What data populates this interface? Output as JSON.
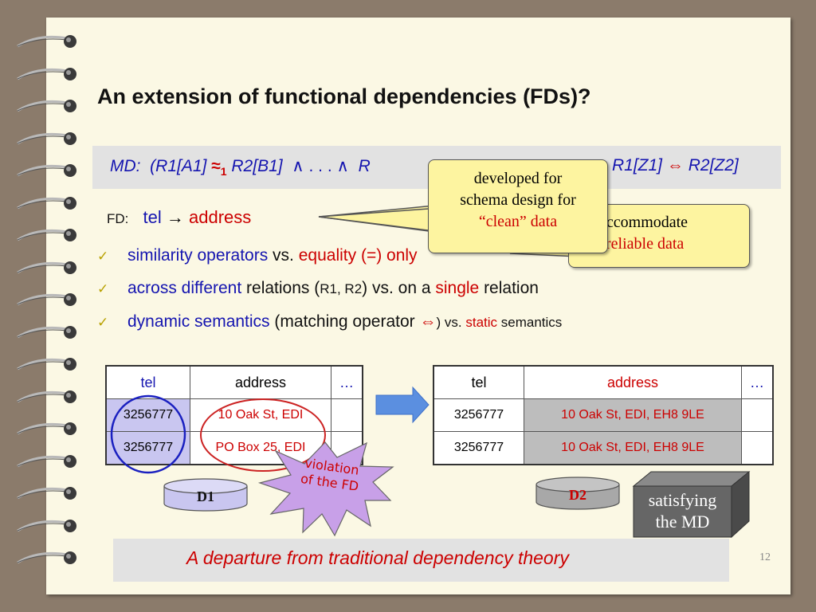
{
  "title": "An extension of functional dependencies (FDs)?",
  "md": {
    "label": "MD:",
    "open_paren": "(",
    "r1a1": "R1[A1]",
    "approx1": "≈",
    "approx_sub": "1",
    "r2b1": "R2[B1]",
    "wedge1": "∧",
    "dots": ". . .",
    "wedge2": "∧",
    "rk": "R",
    "r1z1": "R1[Z1]",
    "match_op": "⇔",
    "r2z2": "R2[Z2]"
  },
  "fd": {
    "label": "FD:",
    "lhs": "tel",
    "arrow": "→",
    "rhs": "address"
  },
  "bullets": {
    "b1": {
      "p1": "similarity operators",
      "p2": " vs. ",
      "p3": "equality (=) only"
    },
    "b2": {
      "p1": "across different",
      "p2": " relations (",
      "p3": "R1, R2",
      "p4": ") vs. on a ",
      "p5": "single",
      "p6": " relation"
    },
    "b3": {
      "p1": "dynamic semantics",
      "p2": " (matching operator ",
      "p3": "⇔",
      "p4": ") vs. ",
      "p5": "static",
      "p6": " semantics"
    }
  },
  "check_mark": "✓",
  "callouts": {
    "developed": {
      "l1": "developed for",
      "l2": "schema design for",
      "l3": "“clean” data"
    },
    "accommodate": {
      "l1": "accommodate",
      "l2": "unreliable data"
    },
    "violation": {
      "l1": "violation",
      "l2": "of the FD"
    },
    "satisfying": {
      "l1": "satisfying",
      "l2": "the MD"
    }
  },
  "table1": {
    "headers": [
      "tel",
      "address",
      "…"
    ],
    "rows": [
      [
        "3256777",
        "10 Oak St, EDI",
        ""
      ],
      [
        "3256777",
        "PO Box 25, EDI",
        ""
      ]
    ]
  },
  "table2": {
    "headers": [
      "tel",
      "address",
      "…"
    ],
    "rows": [
      [
        "3256777",
        "10 Oak St, EDI, EH8 9LE",
        ""
      ],
      [
        "3256777",
        "10 Oak St, EDI, EH8 9LE",
        ""
      ]
    ]
  },
  "db1": "D1",
  "db2": "D2",
  "footer": "A departure from traditional dependency theory",
  "page_number": "12",
  "colors": {
    "blue": "#1515b0",
    "red": "#cc0000",
    "callout": "#fdf4a0",
    "starburst": "#c8a0e8",
    "background": "#8b7b6b"
  },
  "icons": {
    "binding_ring": "spiral-ring-icon",
    "arrow": "right-arrow-icon",
    "database": "database-cylinder-icon",
    "box": "3d-box-icon"
  }
}
